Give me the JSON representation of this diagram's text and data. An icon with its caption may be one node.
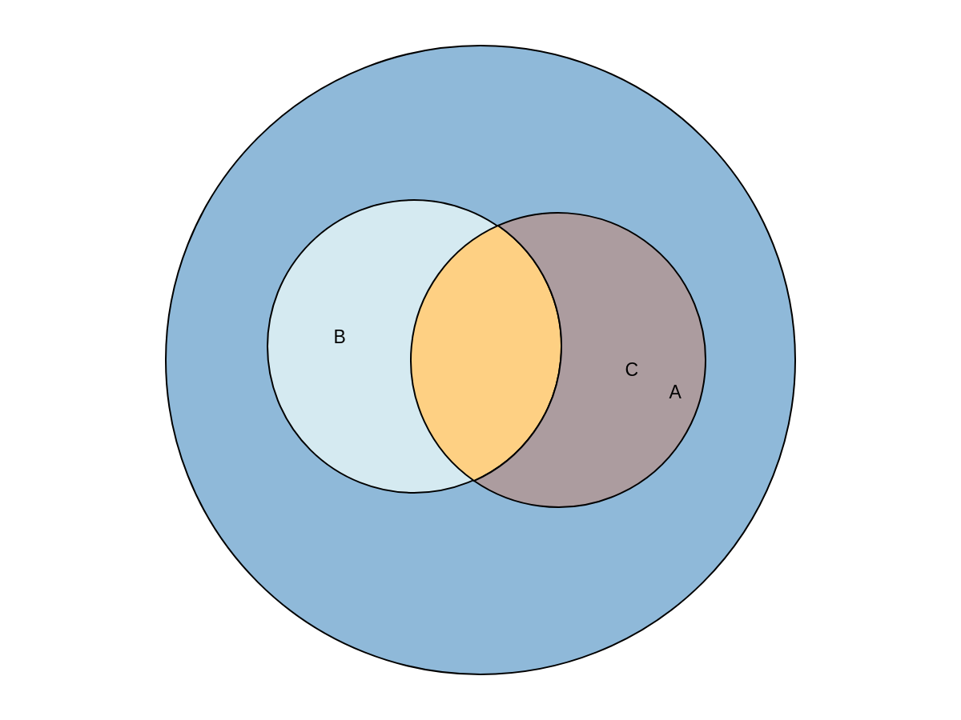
{
  "diagram": {
    "nodes": [
      {
        "text": [],
        "shape": "circle"
      },
      {
        "text": [
          "B"
        ],
        "in": 0
      },
      {
        "text": [
          "C",
          "A"
        ],
        "in": 0
      }
    ]
  }
}
